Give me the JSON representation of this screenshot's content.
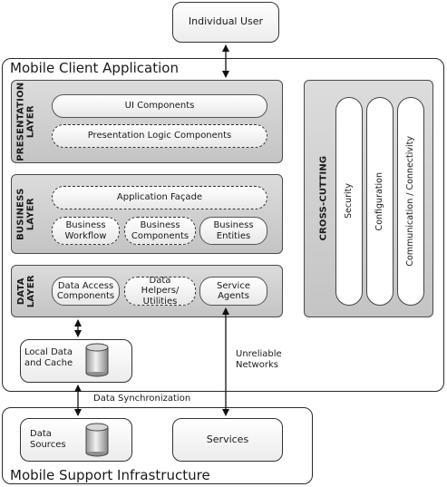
{
  "individual_user": "Individual User",
  "mobile_client": {
    "title": "Mobile Client Application",
    "presentation_layer": {
      "label_line1": "PRESENTATION",
      "label_line2": "LAYER",
      "components": [
        "UI Components",
        "Presentation Logic Components"
      ]
    },
    "business_layer": {
      "label_line1": "BUSINESS",
      "label_line2": "LAYER",
      "facade": "Application Façade",
      "components": [
        "Business Workflow",
        "Business Components",
        "Business Entities"
      ]
    },
    "data_layer": {
      "label_line1": "DATA",
      "label_line2": "LAYER",
      "components": [
        "Data Access Components",
        "Data Helpers/ Utilities",
        "Service Agents"
      ]
    },
    "cross_cutting": {
      "label": "CROSS-CUTTING",
      "items": [
        "Security",
        "Configuration",
        "Communication / Connectivity"
      ]
    },
    "local_data": "Local Data and Cache",
    "unreliable_networks": "Unreliable Networks"
  },
  "data_synchronization": "Data Synchronization",
  "support_infrastructure": {
    "title": "Mobile Support Infrastructure",
    "data_sources": "Data Sources",
    "services": "Services"
  },
  "colors": {
    "layer_fill": "#cfcfcf",
    "line": "#222222"
  }
}
